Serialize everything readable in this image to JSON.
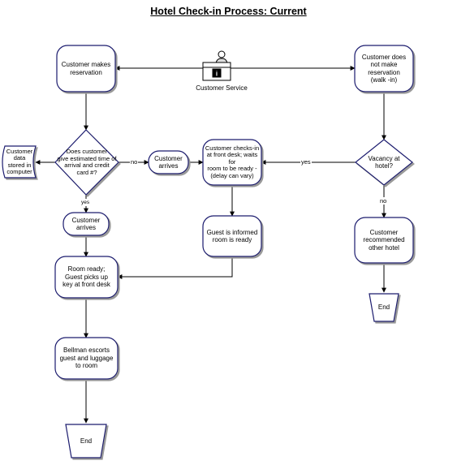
{
  "title": "Hotel Check-in Process: Current",
  "nodes": {
    "customer_makes_reservation": "Customer makes\nreservation",
    "customer_service": "Customer Service",
    "customer_no_reservation": "Customer does\nnot make\nreservation\n(walk -in)",
    "customer_data": "Customer\ndata\nstored in\ncomputer",
    "give_estimated_time": "Does customer\ngive estimated time of\narrival and credit\ncard #?",
    "customer_arrives_mid": "Customer\narrives",
    "checks_in_front_desk": "Customer checks-in\nat front desk; waits for\nroom to be ready -\n(delay can vary)",
    "vacancy_at_hotel": "Vacancy at\nhotel?",
    "customer_arrives_left": "Customer\narrives",
    "guest_informed": "Guest is informed\nroom is ready",
    "customer_recommended": "Customer\nrecommended\nother hotel",
    "end_right": "End",
    "room_ready": "Room ready;\nGuest picks up\nkey at front desk",
    "bellman_escorts": "Bellman escorts\nguest and luggage\nto room",
    "end_left": "End"
  },
  "edges": {
    "no_left": "no",
    "yes_mid": "yes",
    "yes_left": "yes",
    "no_right": "no"
  }
}
